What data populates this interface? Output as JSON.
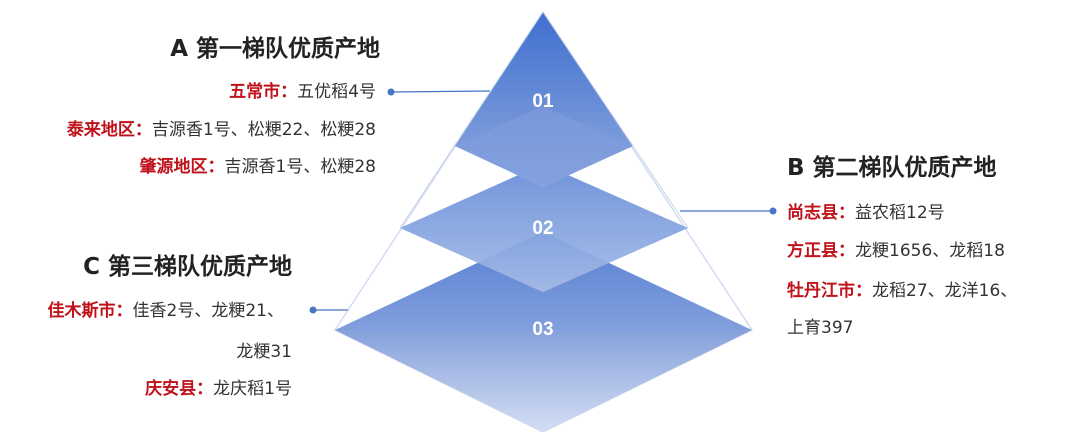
{
  "tiers": {
    "a": {
      "title": "A 第一梯队优质产地",
      "number": "01",
      "entries": [
        {
          "place": "五常市：",
          "varieties": "五优稻4号"
        },
        {
          "place": "泰来地区：",
          "varieties": "吉源香1号、松粳22、松粳28"
        },
        {
          "place": "肇源地区：",
          "varieties": "吉源香1号、松粳28"
        }
      ]
    },
    "b": {
      "title": "B 第二梯队优质产地",
      "number": "02",
      "entries": [
        {
          "place": "尚志县：",
          "varieties": "益农稻12号"
        },
        {
          "place": "方正县：",
          "varieties": "龙粳1656、龙稻18"
        },
        {
          "place": "牡丹江市：",
          "varieties": "龙稻27、龙洋16、"
        }
      ],
      "continuation": "上育397"
    },
    "c": {
      "title": "C 第三梯队优质产地",
      "number": "03",
      "entries": [
        {
          "place": "佳木斯市：",
          "varieties": "佳香2号、龙粳21、"
        },
        {
          "place": "庆安县：",
          "varieties": "龙庆稻1号"
        }
      ],
      "continuation": "龙粳31"
    }
  },
  "colors": {
    "place": "#c0121b",
    "pyramid_dark": "#3f6fce",
    "pyramid_light": "#e9eef8",
    "connector": "#4a74c6"
  }
}
